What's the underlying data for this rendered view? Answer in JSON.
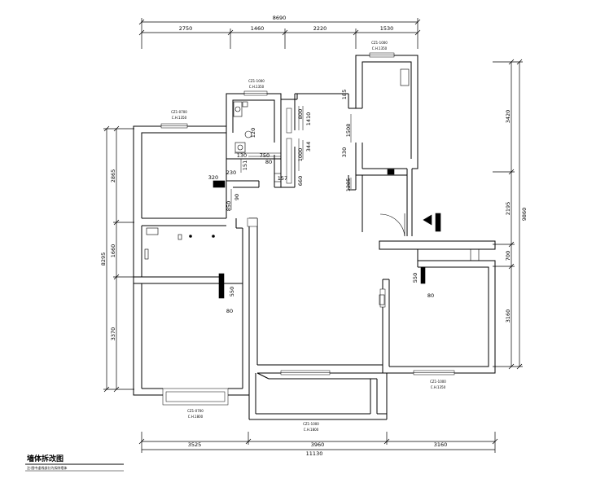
{
  "drawing": {
    "title": "墙体拆改图",
    "subtitle": "注:图中虚线部分为拆除墙体"
  },
  "dimensions": {
    "top_total": "8690",
    "top_1": "2750",
    "top_2": "1460",
    "top_3": "2220",
    "top_4": "1530",
    "bottom_total": "11130",
    "bottom_1": "3525",
    "bottom_2": "3960",
    "bottom_3": "3160",
    "left_total": "8295",
    "left_1": "2865",
    "left_2": "1660",
    "left_3": "3370",
    "right_total": "9860",
    "right_1": "3420",
    "right_2": "2195",
    "right_3": "700",
    "right_4": "3160"
  },
  "internal": {
    "d800": "800",
    "d1410": "1410",
    "d1508": "1508",
    "d1000": "1000",
    "d344": "344",
    "d330": "330",
    "d1285": "1285",
    "d120": "120",
    "d750": "750",
    "d80a": "80",
    "d130": "130",
    "d151": "151",
    "d157": "157",
    "d660": "660",
    "d230": "230",
    "d320": "320",
    "d90": "90",
    "d850": "850",
    "d550a": "550",
    "d80b": "80",
    "d550b": "550",
    "d80c": "80",
    "d185": "185"
  },
  "windows": {
    "w1_code": "CZ1-0700",
    "w1_height": "C.H.1350",
    "w2_code": "CZ1-1000",
    "w2_height": "C.H.1350",
    "w3_code": "CZ1-1000",
    "w3_height": "C.H.1350",
    "w4_code": "CZ1-1000",
    "w4_height": "C.H.1350",
    "w5_code": "CZ1-0700",
    "w5_height": "C.H.1800",
    "w6_code": "CZ1-1000",
    "w6_height": "C.H.1800"
  }
}
